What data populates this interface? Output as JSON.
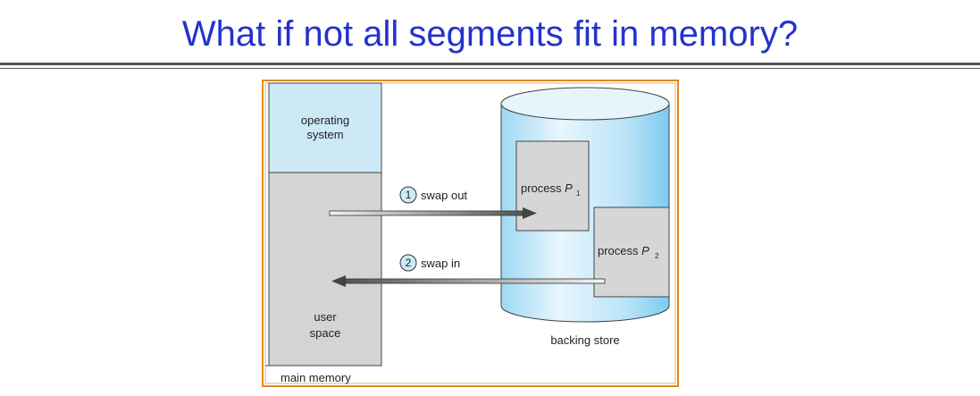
{
  "slide": {
    "title": "What if not all segments fit in memory?"
  },
  "diagram": {
    "main_memory_label": "main memory",
    "os_label_line1": "operating",
    "os_label_line2": "system",
    "user_space_line1": "user",
    "user_space_line2": "space",
    "backing_store_label": "backing store",
    "process1_prefix": "process ",
    "process1_var": "P",
    "process1_sub": "1",
    "process2_prefix": "process ",
    "process2_var": "P",
    "process2_sub": "2",
    "swap_out_num": "1",
    "swap_out_label": "swap out",
    "swap_in_num": "2",
    "swap_in_label": "swap in",
    "colors": {
      "title": "#2233cc",
      "frame_border": "#e08a1e",
      "os_fill": "#cde9f6",
      "user_fill": "#d4d4d4",
      "cylinder_fill": "#bfe6f8",
      "process_fill": "#d6d6d6",
      "badge_fill": "#cde9f6"
    }
  }
}
